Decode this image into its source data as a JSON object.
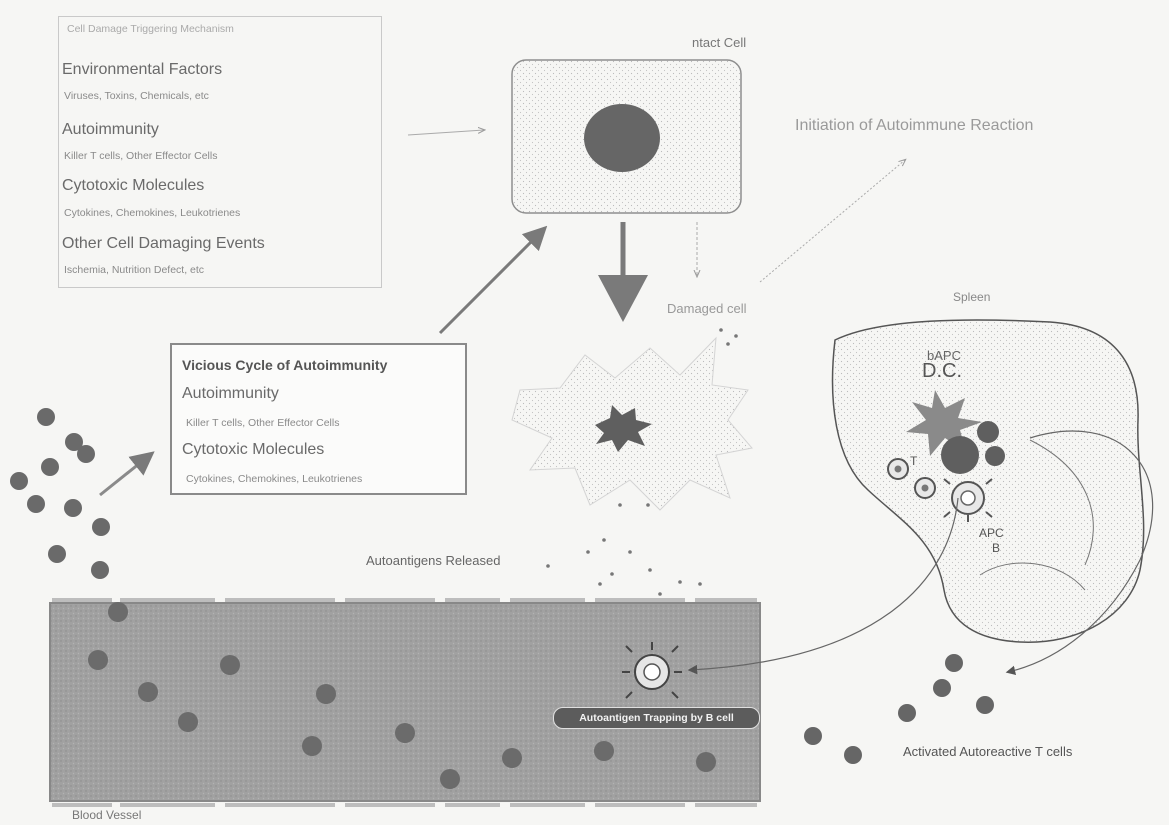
{
  "factors_box": {
    "title": "Cell Damage Triggering Mechanism",
    "groups": [
      {
        "heading": "Environmental Factors",
        "detail": "Viruses, Toxins, Chemicals, etc"
      },
      {
        "heading": "Autoimmunity",
        "detail": "Killer T cells, Other Effector Cells"
      },
      {
        "heading": "Cytotoxic Molecules",
        "detail": "Cytokines, Chemokines, Leukotrienes"
      },
      {
        "heading": "Other Cell Damaging Events",
        "detail": "Ischemia, Nutrition Defect, etc"
      }
    ]
  },
  "vicious_box": {
    "title": "Vicious Cycle of Autoimmunity",
    "groups": [
      {
        "heading": "Autoimmunity",
        "detail": "Killer T cells, Other Effector Cells"
      },
      {
        "heading": "Cytotoxic Molecules",
        "detail": "Cytokines, Chemokines, Leukotrienes"
      }
    ]
  },
  "labels": {
    "intact_cell": "ntact Cell",
    "initiation": "Initiation of Autoimmune Reaction",
    "damaged_cell": "Damaged cell",
    "spleen": "Spleen",
    "bapc": "bAPC",
    "dc": "D.C.",
    "t": "T",
    "apc": "APC",
    "b": "B",
    "autoantigens_released": "Autoantigens Released",
    "autoantigen_trapping": "Autoantigen Trapping by B cell",
    "activated_t_cells": "Activated Autoreactive T cells",
    "blood_vessel": "Blood Vessel"
  },
  "colors": {
    "cell_fill": "#dddddd",
    "nucleus": "#666666",
    "vessel_fill": "#9a9a9a",
    "dot": "#6f6f6f",
    "arrow": "#7a7a7a"
  }
}
